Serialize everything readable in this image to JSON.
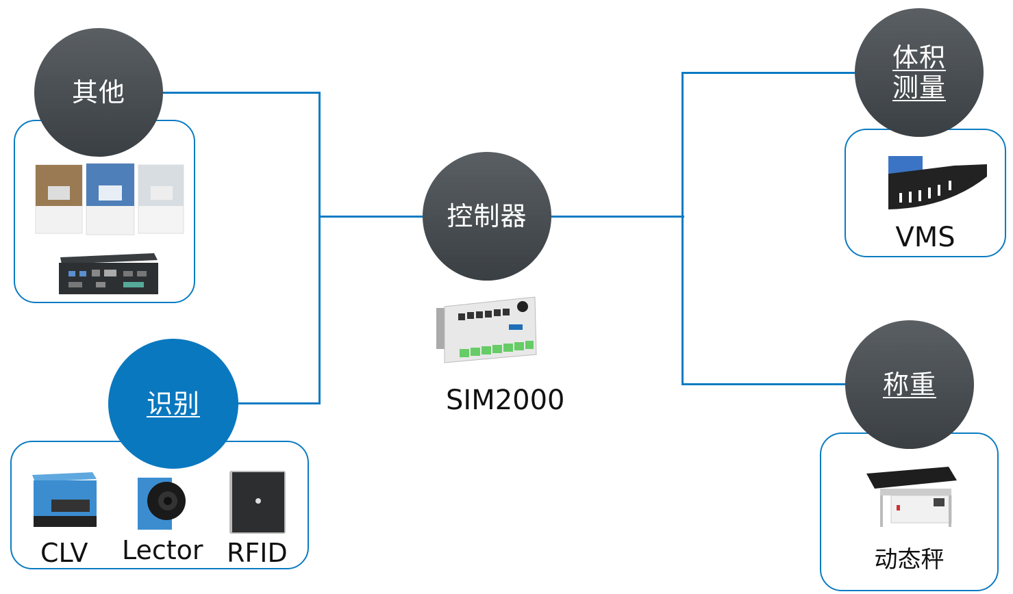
{
  "center": {
    "title": "控制器",
    "product_label": "SIM2000"
  },
  "nodes": {
    "other": {
      "title": "其他",
      "products": [
        "software-packages",
        "industrial-pc"
      ]
    },
    "identification": {
      "title": "识别",
      "products": [
        {
          "label": "CLV"
        },
        {
          "label": "Lector"
        },
        {
          "label": "RFID"
        }
      ]
    },
    "volume": {
      "title_line1": "体积",
      "title_line2": "测量",
      "products": [
        {
          "label": "VMS"
        }
      ]
    },
    "weighing": {
      "title": "称重",
      "products": [
        {
          "label": "动态秤"
        }
      ]
    }
  },
  "colors": {
    "connector": "#0a7bc2",
    "node_dark": "#464b4f",
    "node_blue": "#0a78bf"
  }
}
